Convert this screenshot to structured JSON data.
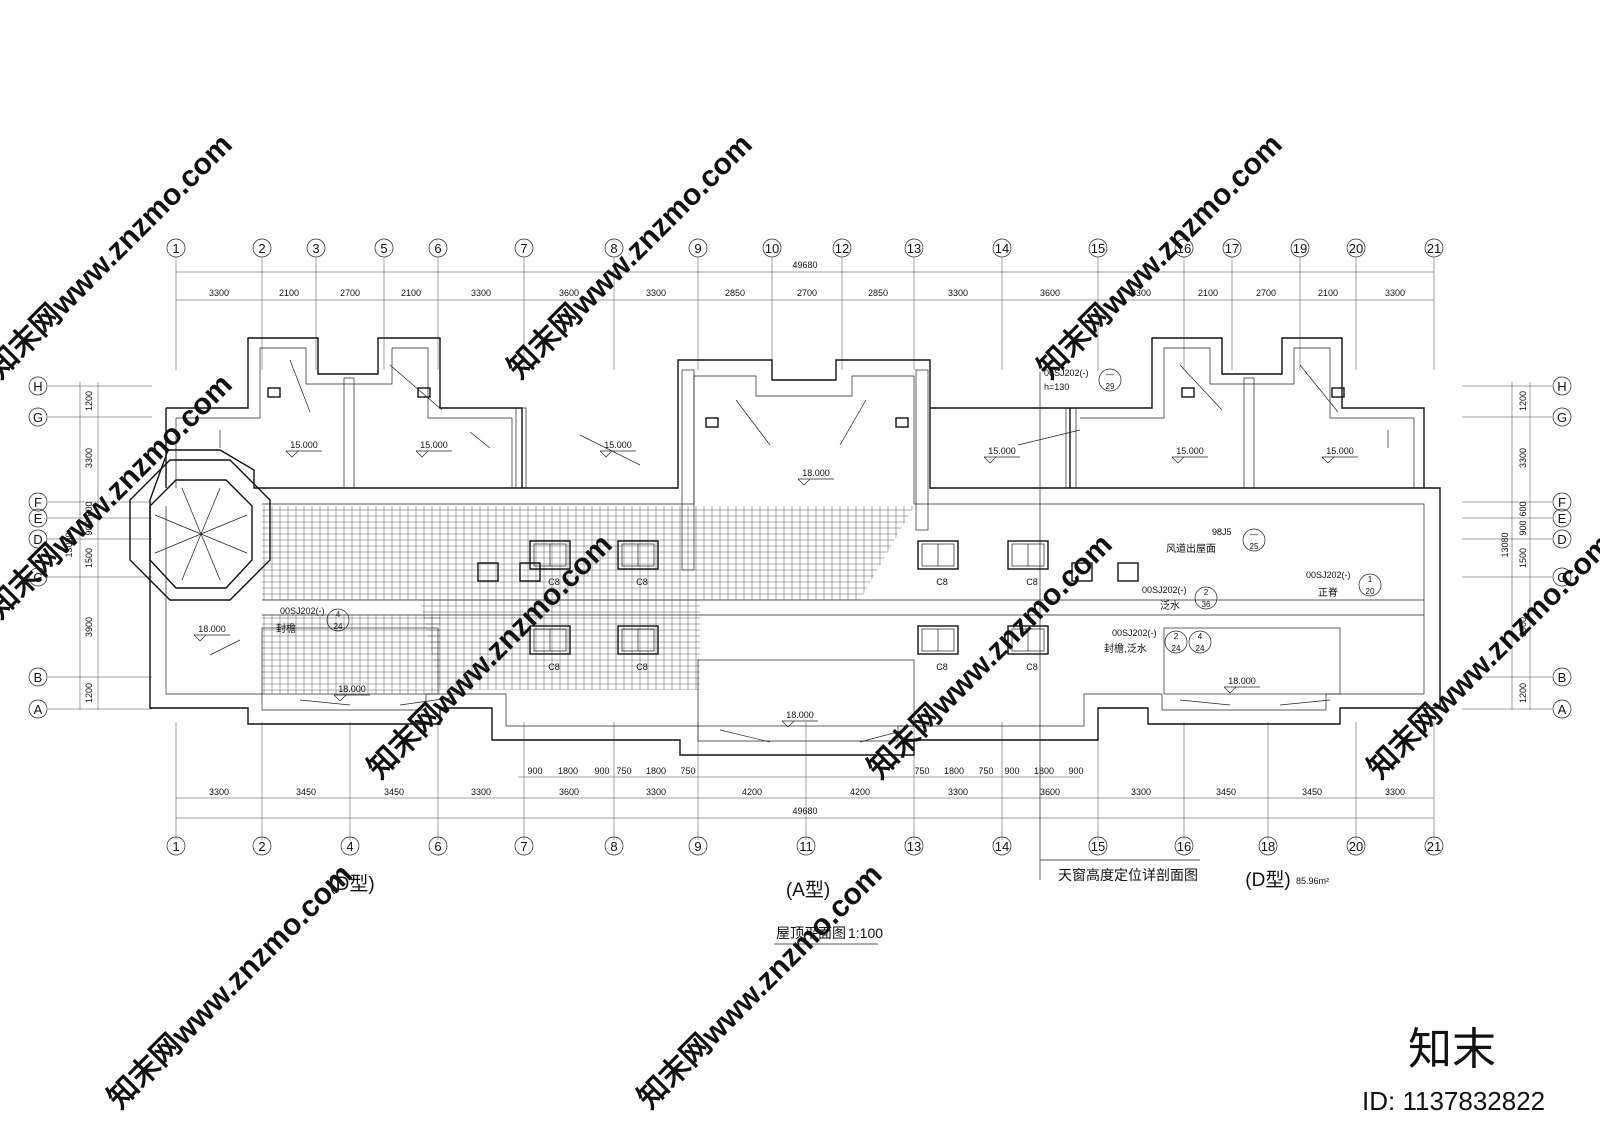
{
  "drawing": {
    "title": "屋顶平面图",
    "scale": "1:100",
    "type_labels": [
      "(D型)",
      "(A型)",
      "(D型)"
    ],
    "area_note": "85.96m²",
    "section_note": "天窗高度定位详剖面图"
  },
  "axes": {
    "top": [
      "1",
      "2",
      "3",
      "5",
      "6",
      "7",
      "8",
      "9",
      "10",
      "12",
      "13",
      "14",
      "15",
      "16",
      "17",
      "19",
      "20",
      "21"
    ],
    "bottom": [
      "1",
      "2",
      "4",
      "6",
      "7",
      "8",
      "9",
      "11",
      "13",
      "14",
      "15",
      "16",
      "18",
      "20",
      "21"
    ],
    "rows": [
      "H",
      "G",
      "F",
      "E",
      "D",
      "C",
      "B",
      "A"
    ]
  },
  "dimensions": {
    "overall": "49680",
    "top_segments": [
      "3300",
      "2100",
      "2700",
      "2100",
      "3300",
      "3600",
      "3300",
      "2850",
      "2700",
      "2850",
      "3300",
      "3600",
      "3300",
      "2100",
      "2700",
      "2100",
      "3300"
    ],
    "bottom_segments": [
      "3300",
      "3450",
      "3450",
      "3300",
      "3600",
      "3300",
      "4200",
      "4200",
      "3300",
      "3600",
      "3300",
      "3450",
      "3450",
      "3300"
    ],
    "bottom_window_segments": [
      "900",
      "1800",
      "900",
      "750",
      "1800",
      "750",
      "750",
      "1800",
      "750",
      "900",
      "1800",
      "900"
    ],
    "side_total": "13080",
    "side_segments": [
      "1200",
      "3300",
      "600",
      "900",
      "1500",
      "3900",
      "1200"
    ]
  },
  "levels": [
    "15.000",
    "15.000",
    "15.000",
    "18.000",
    "15.000",
    "15.000",
    "15.000",
    "18.000",
    "18.000",
    "18.000",
    "18.000"
  ],
  "windows": [
    "C8",
    "C8",
    "C8",
    "C8",
    "C8",
    "C8",
    "C8",
    "C8"
  ],
  "notes": {
    "n1_ref": "00SJ202(-)",
    "n1_extra": "h=130",
    "n1_num": "—",
    "n1_den": "29",
    "n2_ref": "98J5",
    "n2_num": "—",
    "n2_den": "25",
    "n2_text": "风道出屋面",
    "n3_ref": "00SJ202(-)",
    "n3_num": "1",
    "n3_den": "20",
    "n3_text": "正脊",
    "n4_ref": "00SJ202(-)",
    "n4_num": "2",
    "n4_den": "36",
    "n4_text": "泛水",
    "n5_ref": "00SJ202(-)",
    "n5_num1": "2",
    "n5_den1": "24",
    "n5_num2": "4",
    "n5_den2": "24",
    "n5_text": "封檐,泛水",
    "n6_ref": "00SJ202(-)",
    "n6_num": "4",
    "n6_den": "24",
    "n6_text": "封檐"
  },
  "watermark": {
    "text": "知末网www.znzmo.com",
    "brand": "知末",
    "id_label": "ID: 1137832822"
  }
}
